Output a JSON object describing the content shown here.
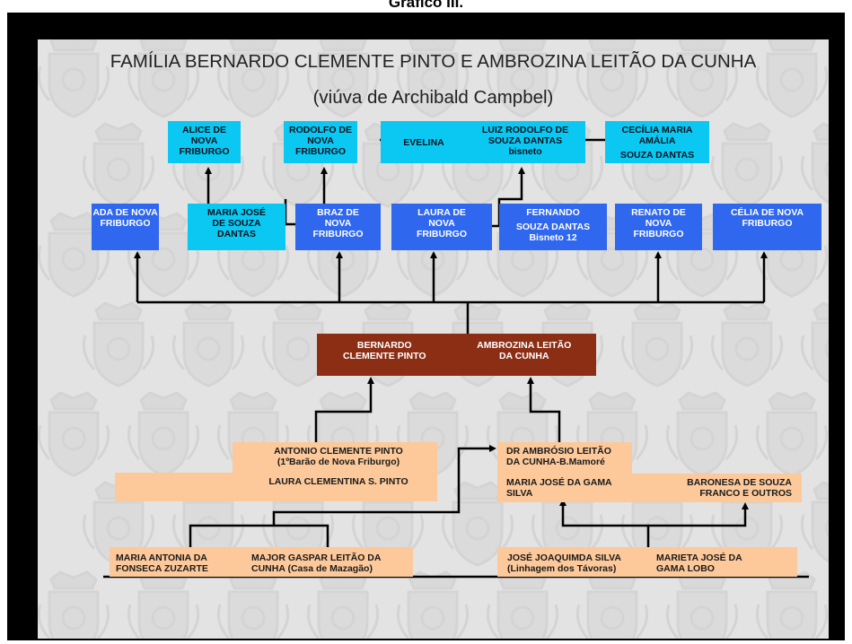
{
  "caption": "Gráfico III.",
  "title": "FAMÍLIA BERNARDO CLEMENTE PINTO E AMBROZINA LEITÃO DA CUNHA",
  "subtitle": "(viúva de Archibald Campbel)",
  "grandchildren": {
    "alice": "ALICE DE NOVA FRIBURGO",
    "rodolfo": "RODOLFO DE NOVA FRIBURGO",
    "evelina": "EVELINA",
    "luiz_name": "LUIZ RODOLFO DE SOUZA DANTAS",
    "luiz_note": "bisneto",
    "cecilia_name": "CECÍLIA MARIA AMÁLIA",
    "cecilia_surname": "SOUZA DANTAS"
  },
  "children": {
    "ada": "ADA DE NOVA FRIBURGO",
    "maria_jose": "MARIA JOSÉ DE SOUZA DANTAS",
    "braz": "BRAZ DE NOVA FRIBURGO",
    "laura": "LAURA DE NOVA FRIBURGO",
    "fernando_name": "FERNANDO",
    "fernando_surname": "SOUZA DANTAS",
    "fernando_note": "Bisneto 12",
    "renato": "RENATO DE NOVA FRIBURGO",
    "celia": "CÉLIA DE NOVA FRIBURGO"
  },
  "couple": {
    "bernardo": "BERNARDO CLEMENTE PINTO",
    "ambrozina": "AMBROZINA LEITÃO DA CUNHA"
  },
  "parents": {
    "antonio_name": "ANTONIO  CLEMENTE PINTO",
    "antonio_title": "(1ºBarão de Nova Friburgo)",
    "laura_clementina": "LAURA CLEMENTINA S. PINTO",
    "ambrosio_name": "DR AMBRÓSIO LEITÃO",
    "ambrosio_line2": "DA CUNHA-B.Mamoré",
    "maria_jose_gama_1": "MARIA JOSÉ DA GAMA",
    "maria_jose_gama_2": "SILVA",
    "baronesa_1": "BARONESA DE SOUZA",
    "baronesa_2": "FRANCO E OUTROS"
  },
  "grandparents": {
    "maria_antonia_1": "MARIA ANTONIA DA",
    "maria_antonia_2": "FONSECA ZUZARTE",
    "gaspar_1": "MAJOR GASPAR LEITÃO DA",
    "gaspar_2": "CUNHA (Casa de Mazagão)",
    "jose_joaquim_1": "JOSÉ JOAQUIMDA SILVA",
    "jose_joaquim_2": "(Linhagem dos Távoras)",
    "marieta_1": "MARIETA JOSÉ DA",
    "marieta_2": "GAMA LOBO"
  },
  "colors": {
    "cyan": "#0ac8f2",
    "blue": "#2f67ee",
    "peach": "#fdc99b",
    "brown": "#8b2e14",
    "background": "#e3e3e3",
    "frame": "#000000"
  }
}
